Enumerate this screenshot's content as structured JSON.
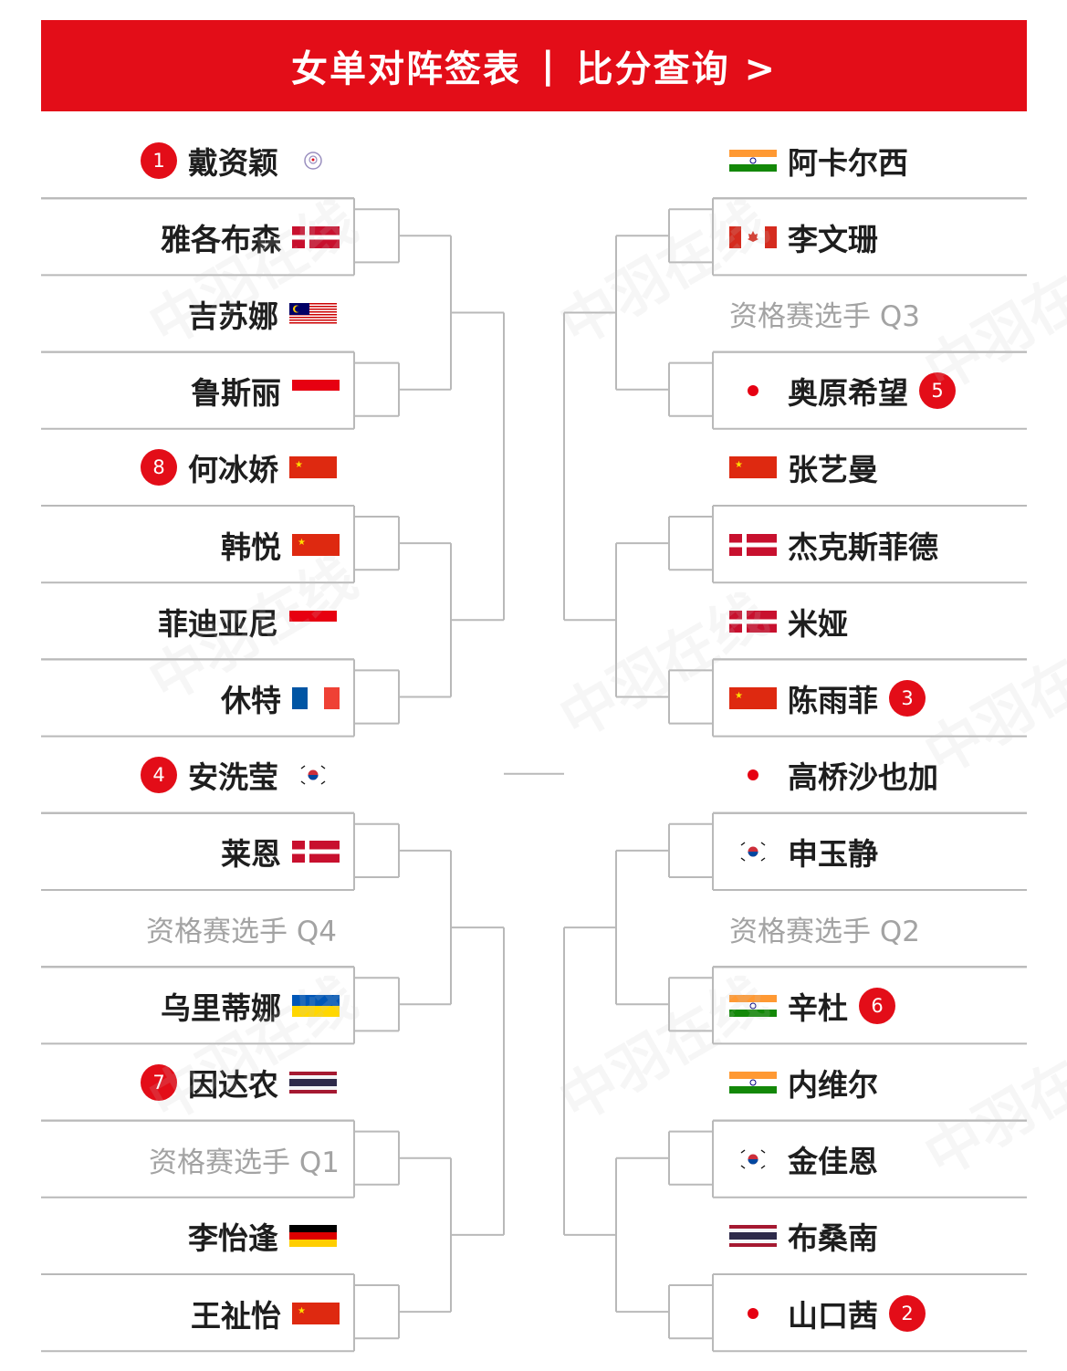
{
  "header": {
    "title": "女单对阵签表",
    "separator": "|",
    "link": "比分查询 >"
  },
  "watermark": "中羽在线",
  "colors": {
    "accent": "#e30d18",
    "line": "#b9b9b9"
  },
  "left": [
    {
      "name": "戴资颖",
      "seed": "1",
      "flag": "tpe"
    },
    {
      "name": "雅各布森",
      "flag": "den"
    },
    {
      "name": "吉苏娜",
      "flag": "mas"
    },
    {
      "name": "鲁斯丽",
      "flag": "ina"
    },
    {
      "name": "何冰娇",
      "seed": "8",
      "flag": "chn"
    },
    {
      "name": "韩悦",
      "flag": "chn"
    },
    {
      "name": "菲迪亚尼",
      "flag": "ina"
    },
    {
      "name": "休特",
      "flag": "fra"
    },
    {
      "name": "安洗莹",
      "seed": "4",
      "flag": "kor"
    },
    {
      "name": "莱恩",
      "flag": "den"
    },
    {
      "name": "资格赛选手 Q4",
      "qualifier": true
    },
    {
      "name": "乌里蒂娜",
      "flag": "ukr"
    },
    {
      "name": "因达农",
      "seed": "7",
      "flag": "tha"
    },
    {
      "name": "资格赛选手 Q1",
      "qualifier": true
    },
    {
      "name": "李怡逢",
      "flag": "ger"
    },
    {
      "name": "王祉怡",
      "flag": "chn"
    }
  ],
  "right": [
    {
      "name": "阿卡尔西",
      "flag": "ind"
    },
    {
      "name": "李文珊",
      "flag": "can"
    },
    {
      "name": "资格赛选手 Q3",
      "qualifier": true
    },
    {
      "name": "奥原希望",
      "seed": "5",
      "flag": "jpn"
    },
    {
      "name": "张艺曼",
      "flag": "chn"
    },
    {
      "name": "杰克斯菲德",
      "flag": "den"
    },
    {
      "name": "米娅",
      "flag": "den"
    },
    {
      "name": "陈雨菲",
      "seed": "3",
      "flag": "chn"
    },
    {
      "name": "高桥沙也加",
      "flag": "jpn"
    },
    {
      "name": "申玉静",
      "flag": "kor"
    },
    {
      "name": "资格赛选手 Q2",
      "qualifier": true
    },
    {
      "name": "辛杜",
      "seed": "6",
      "flag": "ind"
    },
    {
      "name": "内维尔",
      "flag": "ind"
    },
    {
      "name": "金佳恩",
      "flag": "kor"
    },
    {
      "name": "布桑南",
      "flag": "tha"
    },
    {
      "name": "山口茜",
      "seed": "2",
      "flag": "jpn"
    }
  ]
}
